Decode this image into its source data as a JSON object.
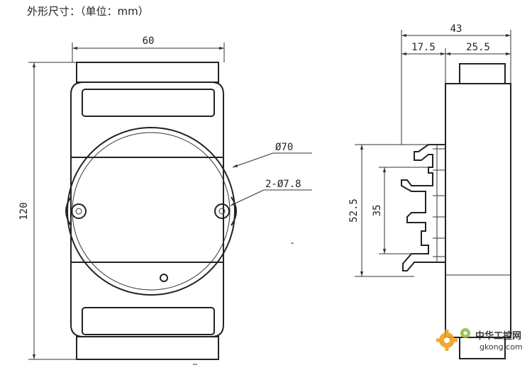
{
  "heading": "外形尺寸：（单位：mm）",
  "front_view": {
    "width_label": "60",
    "height_label": "120",
    "diameter_label": "Ø70",
    "hole_label": "2-Ø7.8"
  },
  "side_view": {
    "total_width_label": "43",
    "left_part_label": "17.5",
    "right_part_label": "25.5",
    "outer_height_label": "52.5",
    "inner_height_label": "35"
  },
  "watermark": {
    "brand": "中华工控网",
    "site": "gkong.com",
    "colors": {
      "gear": "#f0a020",
      "text": "#e07010"
    }
  }
}
